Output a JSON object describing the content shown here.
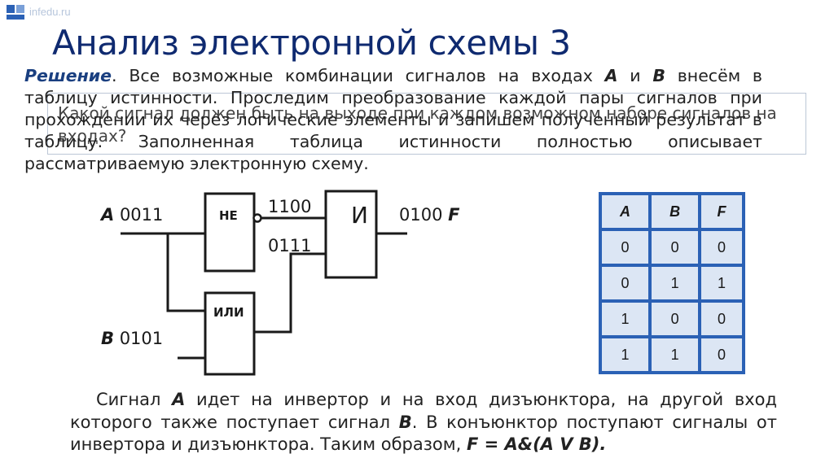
{
  "header": {
    "site": "infedu.ru",
    "brand_color": "#2b61b5"
  },
  "title": "Анализ электронной схемы 3",
  "question": "Какой сигнал должен быть на выходе при каждом возможном наборе сигналов на входах?",
  "solution": {
    "label": "Решение",
    "p1": ". Все возможные комбинации сигналов на входах ",
    "a": "А",
    "p2": " и ",
    "b": "В",
    "p3": " внесём в таблицу истинности. Проследим преобразование каждой пары сигналов при прохождении их через логические элементы и запишем полученный результат в таблицу. Заполненная таблица истинности полностью описывает рассматриваемую электронную схему."
  },
  "circuit": {
    "input_a": {
      "name": "A",
      "value": " 0011"
    },
    "input_b": {
      "name": "B",
      "value": " 0101"
    },
    "not_gate": "НЕ",
    "or_gate": "ИЛИ",
    "and_gate": "И",
    "not_output": "1100",
    "or_output": "0111",
    "output": {
      "value": "0100 ",
      "name": "F"
    }
  },
  "truth_table": {
    "headers": [
      "A",
      "B",
      "F"
    ],
    "rows": [
      [
        "0",
        "0",
        "0"
      ],
      [
        "0",
        "1",
        "1"
      ],
      [
        "1",
        "0",
        "0"
      ],
      [
        "1",
        "1",
        "0"
      ]
    ]
  },
  "description": {
    "p1": "Сигнал ",
    "a": "А",
    "p2": " идет на инвертор и на вход дизъюнктора, на другой вход которого также поступает сигнал ",
    "b": "В",
    "p3": ". В конъюнктор поступают сигналы от инвертора и дизъюнктора. Таким образом, ",
    "formula": "F = A&(A V B)."
  }
}
